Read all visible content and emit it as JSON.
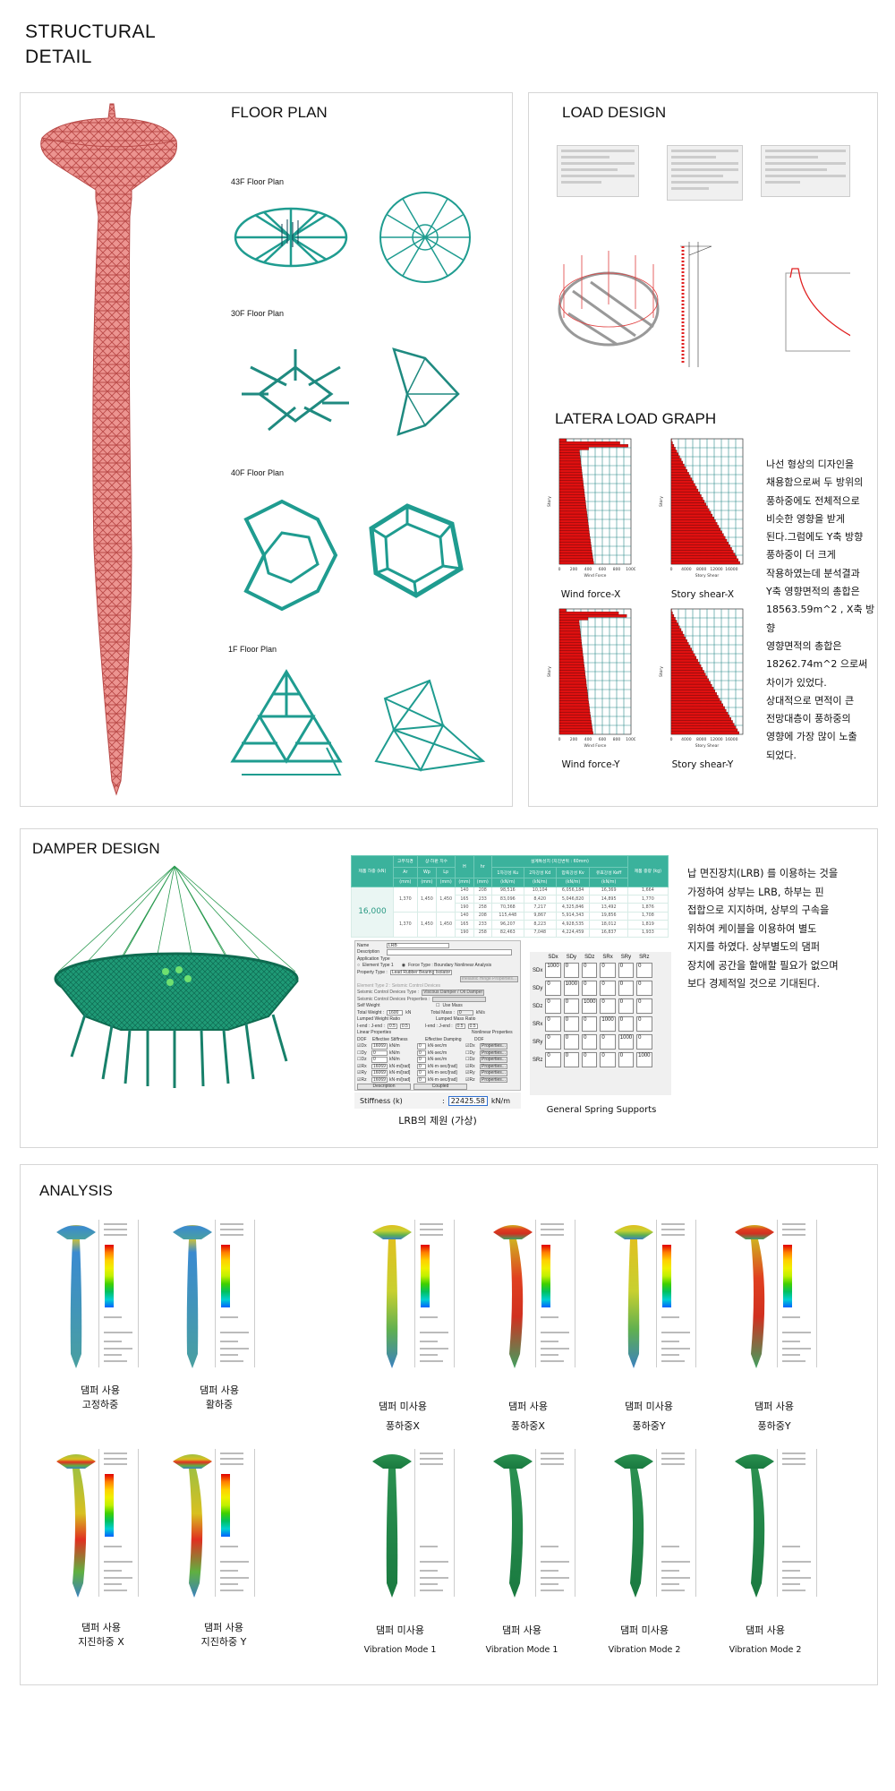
{
  "page_title": [
    "STRUCTURAL",
    "DETAIL"
  ],
  "floor_plan": {
    "title": "FLOOR PLAN",
    "plans": [
      "43F Floor Plan",
      "30F Floor Plan",
      "40F Floor Plan",
      "1F Floor Plan"
    ]
  },
  "load_design": {
    "title": "LOAD DESIGN",
    "graph_title": "LATERA LOAD GRAPH",
    "graphs": [
      {
        "caption": "Wind force-X",
        "xlabel": "Wind Force",
        "ylabel": "Story",
        "ticks": [
          "0",
          "200",
          "400",
          "600",
          "800",
          "1000"
        ],
        "xmax": 1000,
        "type": "wind",
        "peak": 960,
        "base": 480
      },
      {
        "caption": "Story shear-X",
        "xlabel": "Story Shear",
        "ylabel": "Story",
        "ticks": [
          "0",
          "4000",
          "8000",
          "12000",
          "16000"
        ],
        "xmax": 19000,
        "type": "shear",
        "base": 18200
      },
      {
        "caption": "Wind force-Y",
        "xlabel": "Wind Force",
        "ylabel": "Story",
        "ticks": [
          "0",
          "200",
          "400",
          "600",
          "800",
          "1000"
        ],
        "xmax": 1000,
        "type": "wind",
        "peak": 940,
        "base": 470
      },
      {
        "caption": "Story shear-Y",
        "xlabel": "Story Shear",
        "ylabel": "Story",
        "ticks": [
          "0",
          "4000",
          "8000",
          "12000",
          "16000"
        ],
        "xmax": 19000,
        "type": "shear",
        "base": 18000
      }
    ],
    "description": [
      "나선 형상의 디자인을",
      "채용함으로써 두 방위의",
      "풍하중에도 전체적으로",
      "비슷한 영향을 받게",
      "된다.그럼에도 Y축 방향",
      "풍하중이 더 크게",
      "작용하였는데 분석결과",
      "Y축 영향면적의 총합은",
      "18563.59m^2 , X축 방향",
      "영향면적의 총합은",
      "18262.74m^2 으로써",
      "차이가 있었다.",
      "상대적으로 면적이 큰",
      "전망대층이 풍하중의",
      "영향에 가장 많이 노출",
      "되었다."
    ]
  },
  "damper": {
    "title": "DAMPER DESIGN",
    "table": {
      "header_top": [
        "제품 하중 (kN)",
        "고무직경",
        "상·하판 치수",
        "H",
        "hr",
        "설계특성치 (지진변위 : 60mm)",
        "제품 중량 (kg)"
      ],
      "header_sym": [
        "Ar",
        "Wp",
        "Lp",
        "",
        "",
        "1차강성 Ku",
        "2차강성 Kd",
        "압축강성 Kv",
        "유효강성 Keff"
      ],
      "header_unit": [
        "(mm)",
        "(mm)",
        "(mm)",
        "(mm)",
        "(mm)",
        "(kN/m)",
        "(kN/m)",
        "(kN/m)",
        "(kN/m)"
      ],
      "load": "16,000",
      "groups": [
        {
          "ar": "1,370",
          "wp": "1,450",
          "lp": "1,450",
          "rows": [
            [
              "140",
              "208",
              "98,516",
              "10,104",
              "6,056,184",
              "16,369",
              "1,664"
            ],
            [
              "165",
              "233",
              "83,096",
              "8,420",
              "5,046,820",
              "14,895",
              "1,770"
            ],
            [
              "190",
              "258",
              "70,368",
              "7,217",
              "4,325,846",
              "13,492",
              "1,876"
            ]
          ]
        },
        {
          "ar": "1,370",
          "wp": "1,450",
          "lp": "1,450",
          "rows": [
            [
              "140",
              "208",
              "115,448",
              "9,867",
              "5,914,343",
              "19,856",
              "1,708"
            ],
            [
              "165",
              "233",
              "96,207",
              "8,223",
              "4,928,535",
              "18,012",
              "1,819"
            ],
            [
              "190",
              "258",
              "82,463",
              "7,048",
              "4,224,459",
              "16,837",
              "1,933"
            ]
          ]
        }
      ]
    },
    "dialog": {
      "name_label": "Name",
      "name_value": "LRB",
      "desc_label": "Description",
      "app_type": "Application Type",
      "elem_type1": "Element Type 1",
      "force_type": "Force Type : Boundary Nonlinear Analysis",
      "prop_type_label": "Property Type :",
      "prop_type_value": "Lead Rubber Bearing Isolator",
      "hinge_btn": "Inelastic Hinge Properties...",
      "elem_type2": "Element Type 2 : Seismic Control Devices",
      "scd_type": "Seismic Control Devices Type :",
      "scd_type_value": "Viscous Damper / Oil Damper",
      "scd_props": "Seismic Control Devices Properties :",
      "self_weight": "Self Weight",
      "total_weight": "Total Weight :",
      "total_weight_value": "1600",
      "kn": "kN",
      "use_mass": "Use Mass",
      "total_mass": "Total Mass :",
      "total_mass_value": "0",
      "kns": "kN/s",
      "lumped_weight": "Lumped Weight Ratio",
      "lumped_mass": "Lumped Mass Ratio",
      "ij": "I-end : J-end :",
      "ratio": "0.5",
      "linear": "Linear Properties",
      "nonlinear": "Nonlinear Properties",
      "dof": "DOF",
      "eff_stiff": "Effective Stiffness",
      "eff_damp": "Effective Damping",
      "dofs": [
        "Dx",
        "Dy",
        "Dz",
        "Rx",
        "Ry",
        "Rz"
      ],
      "stiff_values": [
        "16069",
        "0",
        "0",
        "16069",
        "16069",
        "16069"
      ],
      "stiff_units": [
        "kN/m",
        "kN/m",
        "kN/m",
        "kN·m/[rad]",
        "kN·m/[rad]",
        "kN·m/[rad]"
      ],
      "damp_values": [
        "0",
        "0",
        "0",
        "0",
        "0",
        "0"
      ],
      "damp_units": [
        "kN·sec/m",
        "kN·sec/m",
        "kN·sec/m",
        "kN·m·sec/[rad]",
        "kN·m·sec/[rad]",
        "kN·m·sec/[rad]"
      ],
      "properties_btn": "Properties...",
      "description_btn": "Description",
      "coupled_btn": "Coupled",
      "stiffness_label": "Stiffness (k)",
      "stiffness_value": "22425.58",
      "stiffness_unit": "kN/m"
    },
    "dialog_caption": "LRB의 제원 (가상)",
    "spring": {
      "cols": [
        "SDx",
        "SDy",
        "SDz",
        "SRx",
        "SRy",
        "SRz"
      ],
      "diag": "1000",
      "off": "0"
    },
    "spring_caption": "General Spring Supports",
    "description": [
      "납 면진장치(LRB) 를 이용하는 것을",
      "가정하여 상부는 LRB, 하부는 핀",
      "접합으로 지지하며, 상부의 구속을",
      "위하여 케이블을 이용하여 별도",
      "지지를 하였다. 상부별도의 댐퍼",
      "장치에 공간을 할애할 필요가 없으며",
      "보다 경제적일 것으로 기대된다."
    ]
  },
  "analysis": {
    "title": "ANALYSIS",
    "items": [
      {
        "line1": "댐퍼 사용",
        "line2": "고정하중"
      },
      {
        "line1": "댐퍼 사용",
        "line2": "활하중"
      },
      {
        "line1": "댐퍼 미사용",
        "line2": "풍하중X"
      },
      {
        "line1": "댐퍼 사용",
        "line2": "풍하중X"
      },
      {
        "line1": "댐퍼 미사용",
        "line2": "풍하중Y"
      },
      {
        "line1": "댐퍼 사용",
        "line2": "풍하중Y"
      },
      {
        "line1": "댐퍼 사용",
        "line2": "지진하중 X"
      },
      {
        "line1": "댐퍼 사용",
        "line2": "지진하중 Y"
      },
      {
        "line1": "댐퍼 미사용",
        "line2": "Vibration Mode 1"
      },
      {
        "line1": "댐퍼 사용",
        "line2": "Vibration Mode 1"
      },
      {
        "line1": "댐퍼 미사용",
        "line2": "Vibration Mode 2"
      },
      {
        "line1": "댐퍼 사용",
        "line2": "Vibration Mode 2"
      }
    ]
  },
  "colors": {
    "tower": "#e98a86",
    "teal": "#1f9c90",
    "green": "#1aa37a",
    "bar": "#e01010",
    "table_header": "#3bb29c"
  }
}
